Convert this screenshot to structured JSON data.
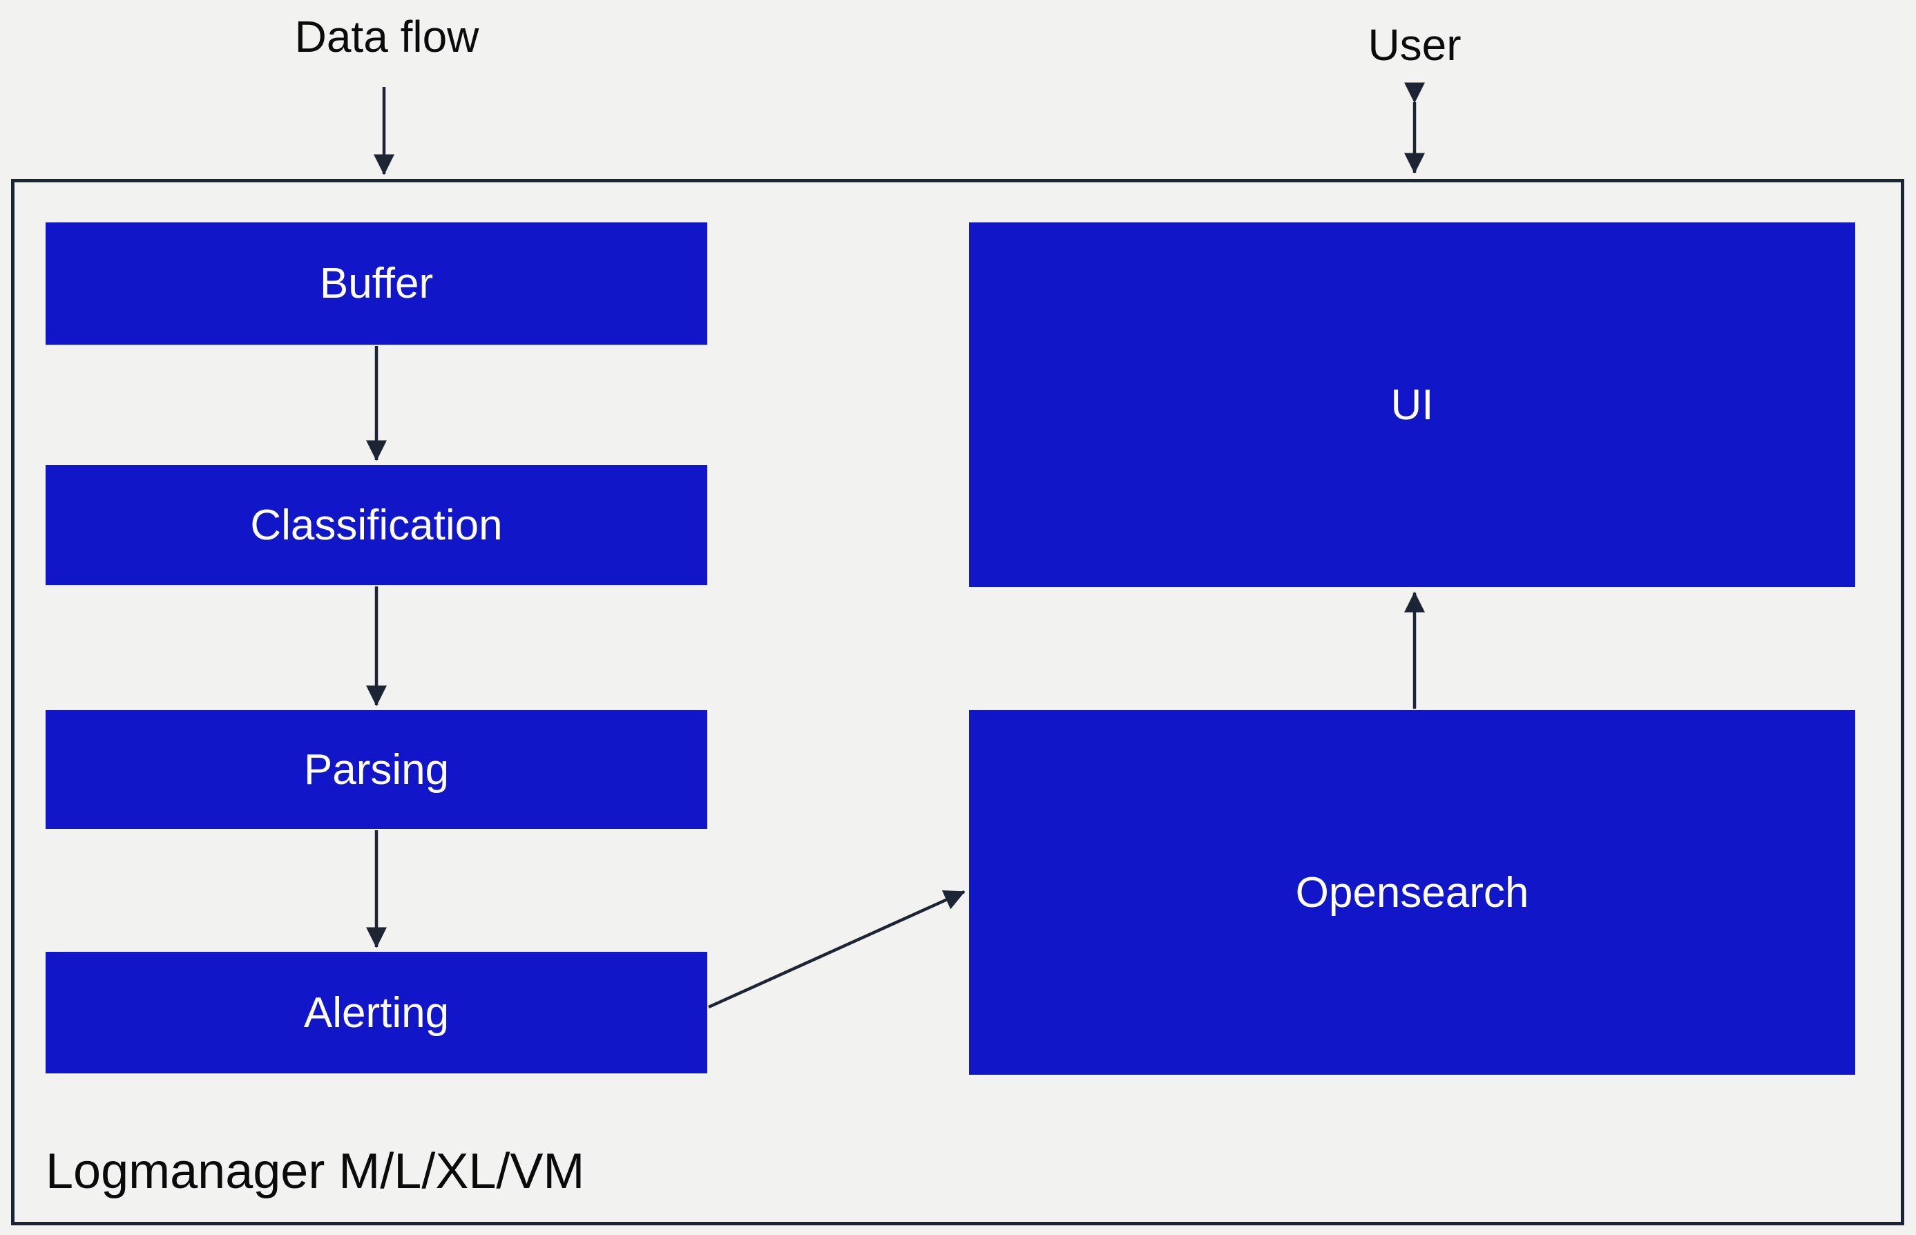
{
  "diagram": {
    "title_labels": {
      "data_flow": "Data flow",
      "user": "User"
    },
    "container": {
      "label": "Logmanager M/L/XL/VM"
    },
    "pipeline_nodes": [
      {
        "label": "Buffer"
      },
      {
        "label": "Classification"
      },
      {
        "label": "Parsing"
      },
      {
        "label": "Alerting"
      }
    ],
    "right_nodes": [
      {
        "label": "UI"
      },
      {
        "label": "Opensearch"
      }
    ],
    "edges": [
      {
        "from": "Data flow",
        "to": "Logmanager container",
        "direction": "down"
      },
      {
        "from": "User",
        "to": "Logmanager container",
        "direction": "both"
      },
      {
        "from": "Buffer",
        "to": "Classification",
        "direction": "down"
      },
      {
        "from": "Classification",
        "to": "Parsing",
        "direction": "down"
      },
      {
        "from": "Parsing",
        "to": "Alerting",
        "direction": "down"
      },
      {
        "from": "Alerting",
        "to": "Opensearch",
        "direction": "up-right"
      },
      {
        "from": "Opensearch",
        "to": "UI",
        "direction": "up"
      }
    ],
    "colors": {
      "background": "#f2f2f1",
      "node_blue": "#1216c9",
      "node_text": "#ffffff",
      "line_navy": "#1d2434",
      "border_navy": "#1b2534",
      "label_text": "#0b0b0c"
    }
  }
}
